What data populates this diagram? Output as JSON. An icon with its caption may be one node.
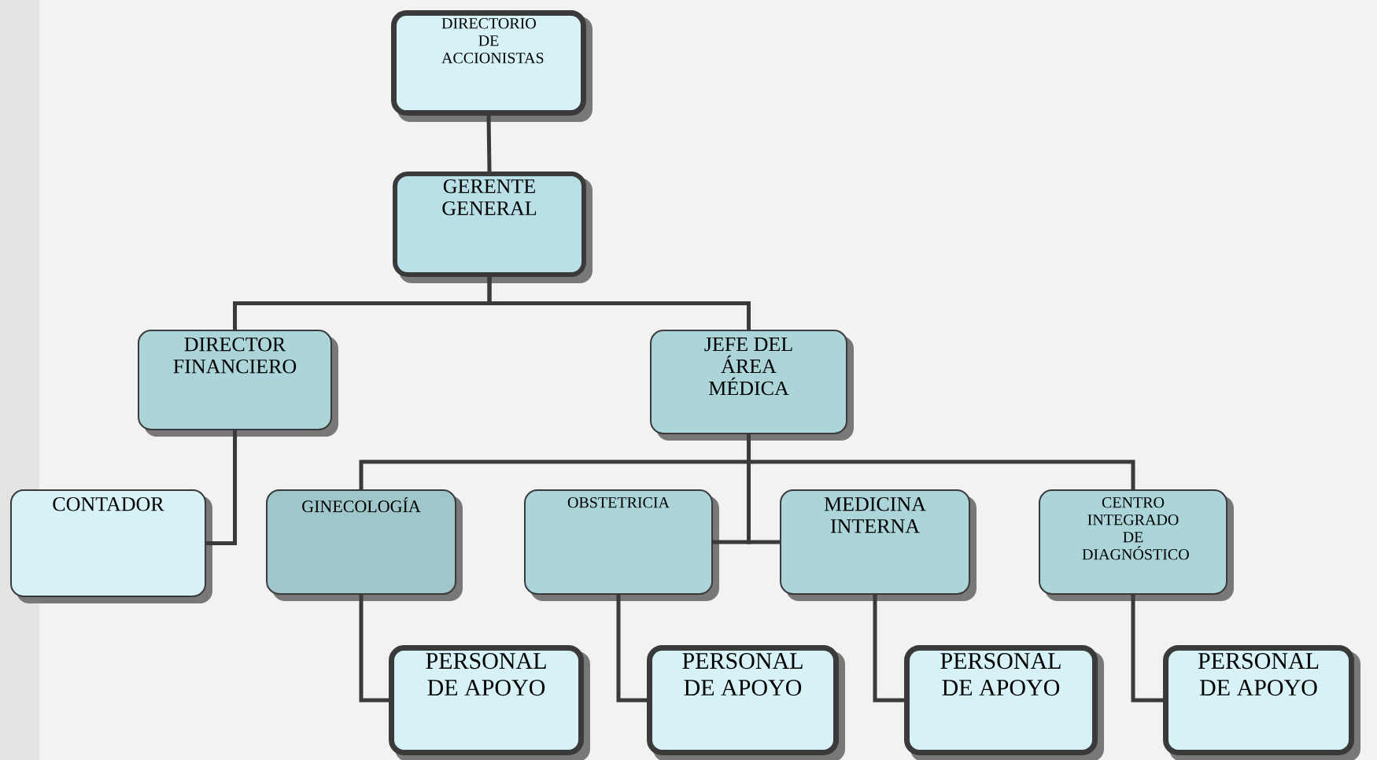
{
  "diagram": {
    "nodes": [
      {
        "text": [
          "DIRECTORIO DE ACCIONISTAS"
        ]
      },
      {
        "text": [
          "GERENTE GENERAL"
        ]
      },
      {
        "text": [
          "DIRECTOR FINANCIERO"
        ]
      },
      {
        "text": [
          "JEFE DEL ÁREA MÉDICA"
        ]
      },
      {
        "text": [
          "CONTADOR"
        ]
      },
      {
        "text": [
          "GINECOLOGÍA"
        ]
      },
      {
        "text": [
          "PERSONAL DE APOYO"
        ]
      },
      {
        "text": [
          "OBSTETRICIA"
        ]
      },
      {
        "text": [
          "PERSONAL DE APOYO"
        ]
      },
      {
        "text": [
          "MEDICINA INTERNA"
        ]
      },
      {
        "text": [
          "PERSONAL DE APOYO"
        ]
      },
      {
        "text": [
          "CENTRO INTEGRADO DE DIAGNÓSTICO"
        ]
      },
      {
        "text": [
          "PERSONAL DE APOYO"
        ]
      }
    ],
    "edges": [
      {
        "from": 0,
        "to": 1,
        "arrow": "none"
      },
      {
        "from": 1,
        "to": 2,
        "arrow": "none"
      },
      {
        "from": 1,
        "to": 3,
        "arrow": "none"
      },
      {
        "from": 2,
        "to": 4,
        "arrow": "none"
      },
      {
        "from": 3,
        "to": 5,
        "arrow": "none"
      },
      {
        "from": 3,
        "to": 7,
        "arrow": "none"
      },
      {
        "from": 3,
        "to": 9,
        "arrow": "none"
      },
      {
        "from": 3,
        "to": 11,
        "arrow": "none"
      },
      {
        "from": 5,
        "to": 6,
        "arrow": "none"
      },
      {
        "from": 7,
        "to": 8,
        "arrow": "none"
      },
      {
        "from": 9,
        "to": 10,
        "arrow": "none"
      },
      {
        "from": 11,
        "to": 12,
        "arrow": "none"
      }
    ]
  }
}
